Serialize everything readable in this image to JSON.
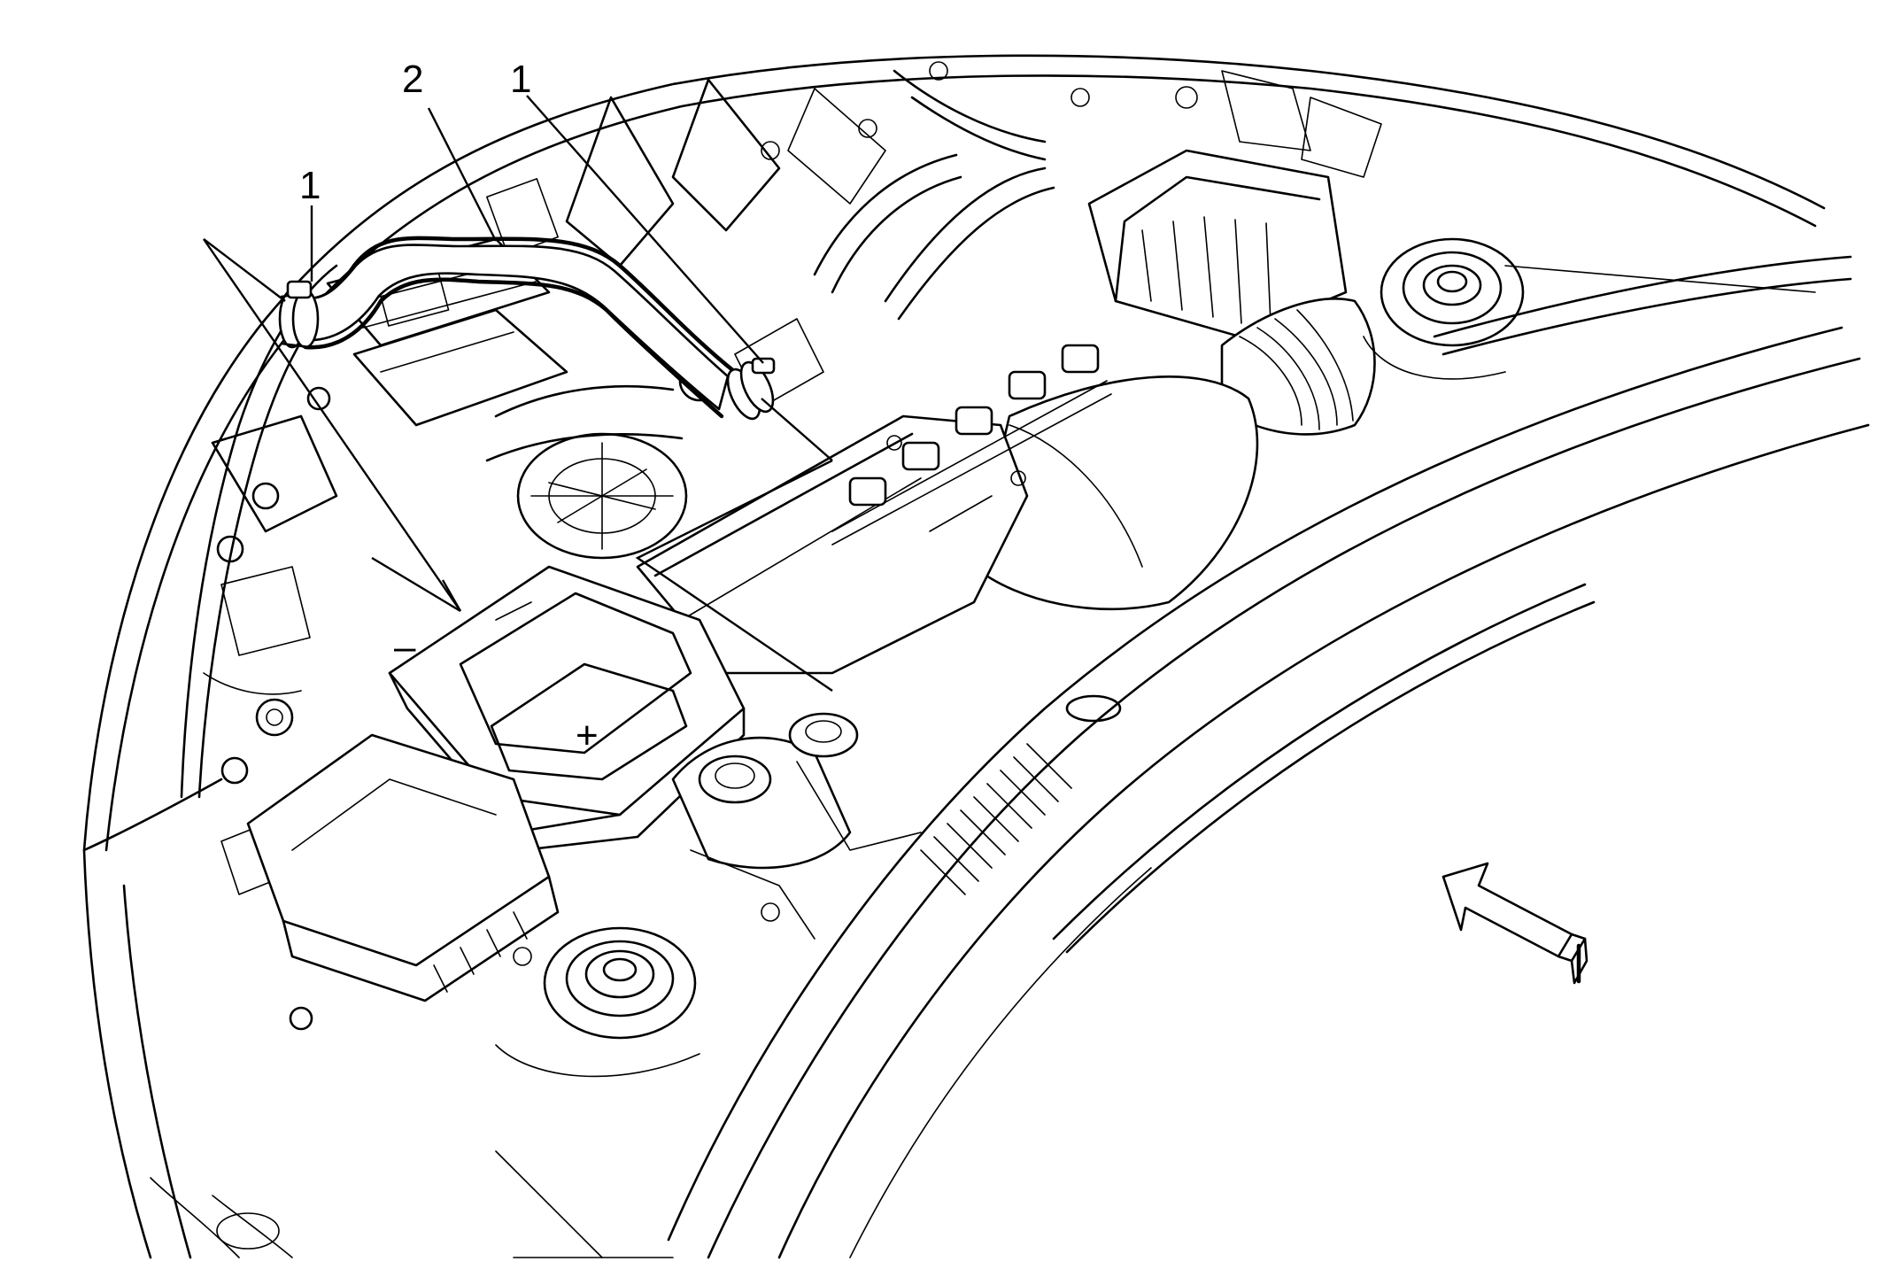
{
  "callouts": [
    {
      "id": "left-hose-clamp",
      "label": "1"
    },
    {
      "id": "radiator-hose",
      "label": "2"
    },
    {
      "id": "right-hose-clamp",
      "label": "1"
    }
  ],
  "battery": {
    "polarity_symbol": "+",
    "negative_symbol": "–"
  },
  "view_arrow": {
    "icon": "view-direction-arrow-icon"
  }
}
